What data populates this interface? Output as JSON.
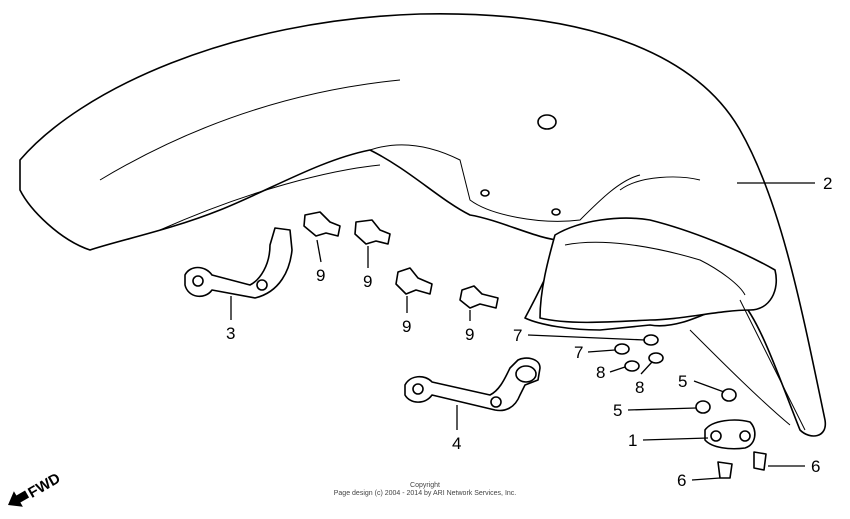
{
  "diagram": {
    "callouts": [
      {
        "id": "fender",
        "label": "2"
      },
      {
        "id": "bolt-a",
        "label": "9"
      },
      {
        "id": "bolt-b",
        "label": "9"
      },
      {
        "id": "bolt-c",
        "label": "9"
      },
      {
        "id": "bolt-d",
        "label": "9"
      },
      {
        "id": "stay-left",
        "label": "3"
      },
      {
        "id": "stay-right",
        "label": "4"
      },
      {
        "id": "nut-a",
        "label": "7"
      },
      {
        "id": "nut-b",
        "label": "7"
      },
      {
        "id": "washer-a",
        "label": "8"
      },
      {
        "id": "washer-b",
        "label": "8"
      },
      {
        "id": "grommet-a",
        "label": "5"
      },
      {
        "id": "grommet-b",
        "label": "5"
      },
      {
        "id": "plate",
        "label": "1"
      },
      {
        "id": "screw-a",
        "label": "6"
      },
      {
        "id": "screw-b",
        "label": "6"
      }
    ],
    "direction_label": "FWD"
  },
  "footer": {
    "line1": "Copyright",
    "line2": "Page design (c) 2004 - 2014 by ARI Network Services, Inc."
  }
}
